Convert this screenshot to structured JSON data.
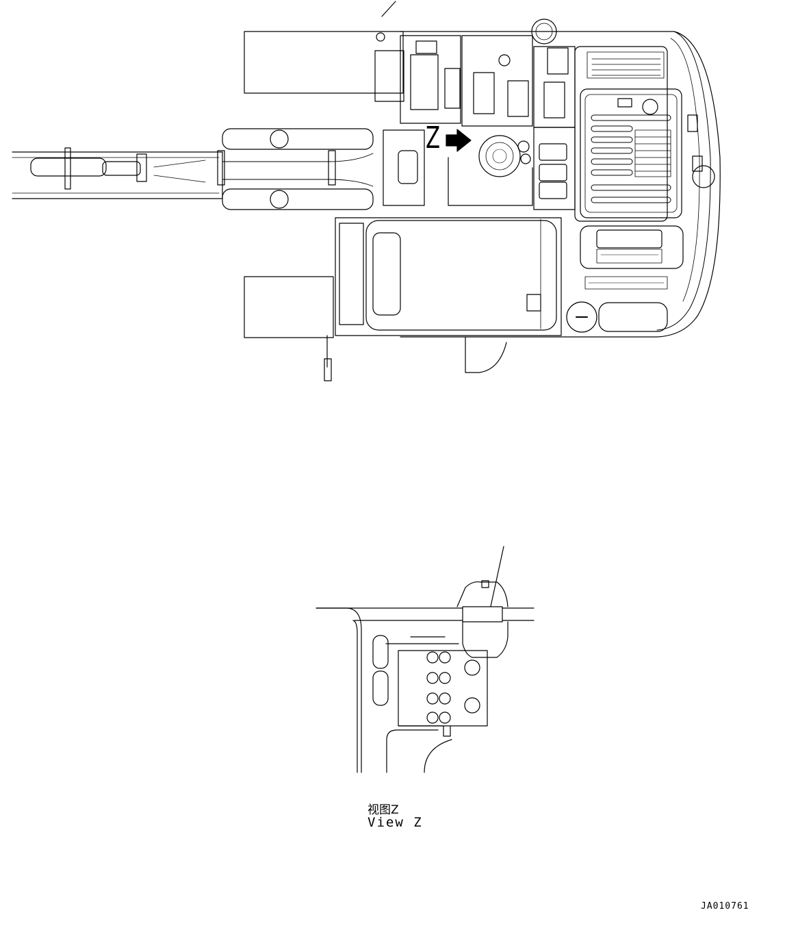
{
  "plan_view": {
    "view_marker": "Z"
  },
  "detail_view": {
    "caption_cn": "视图Z",
    "caption_en": "View Z"
  },
  "drawing_number": "JA010761"
}
